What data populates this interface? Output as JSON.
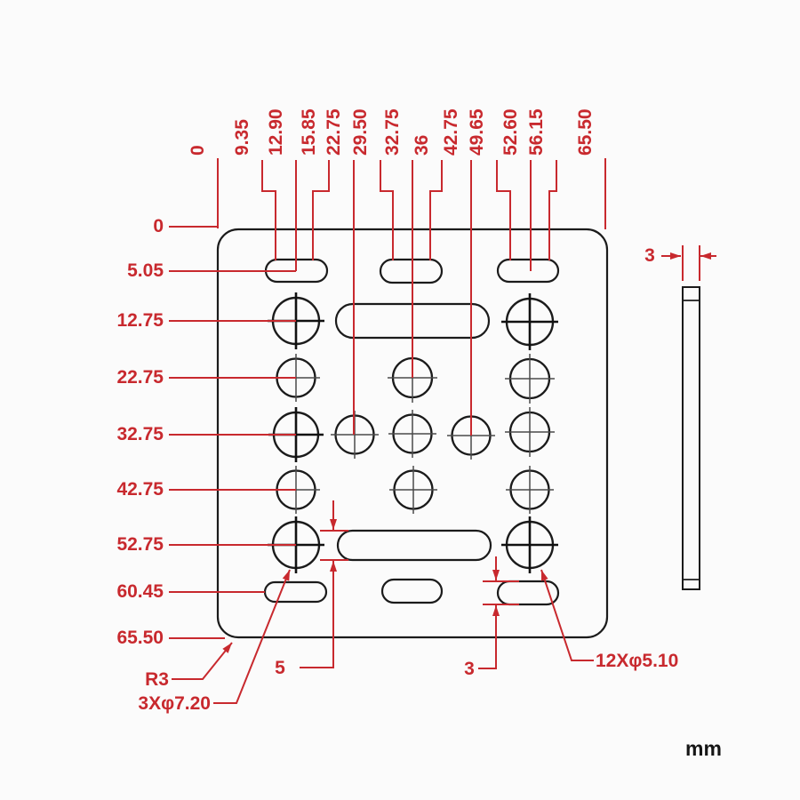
{
  "drawing": {
    "units": "mm",
    "colors": {
      "dimension_red": "#c8292e",
      "outline_black": "#1b1b1b"
    },
    "top_dims": [
      "0",
      "9.35",
      "12.90",
      "15.85",
      "22.75",
      "29.50",
      "32.75",
      "36",
      "42.75",
      "49.65",
      "52.60",
      "56.15",
      "65.50"
    ],
    "left_dims": [
      "0",
      "5.05",
      "12.75",
      "22.75",
      "32.75",
      "42.75",
      "52.75",
      "60.45",
      "65.50"
    ],
    "callouts": {
      "corner_radius": "R3",
      "large_holes": "3Xφ7.20",
      "center_slot_width": "5",
      "bottom_slot_width": "3",
      "small_holes": "12Xφ5.10",
      "thickness": "3"
    }
  }
}
